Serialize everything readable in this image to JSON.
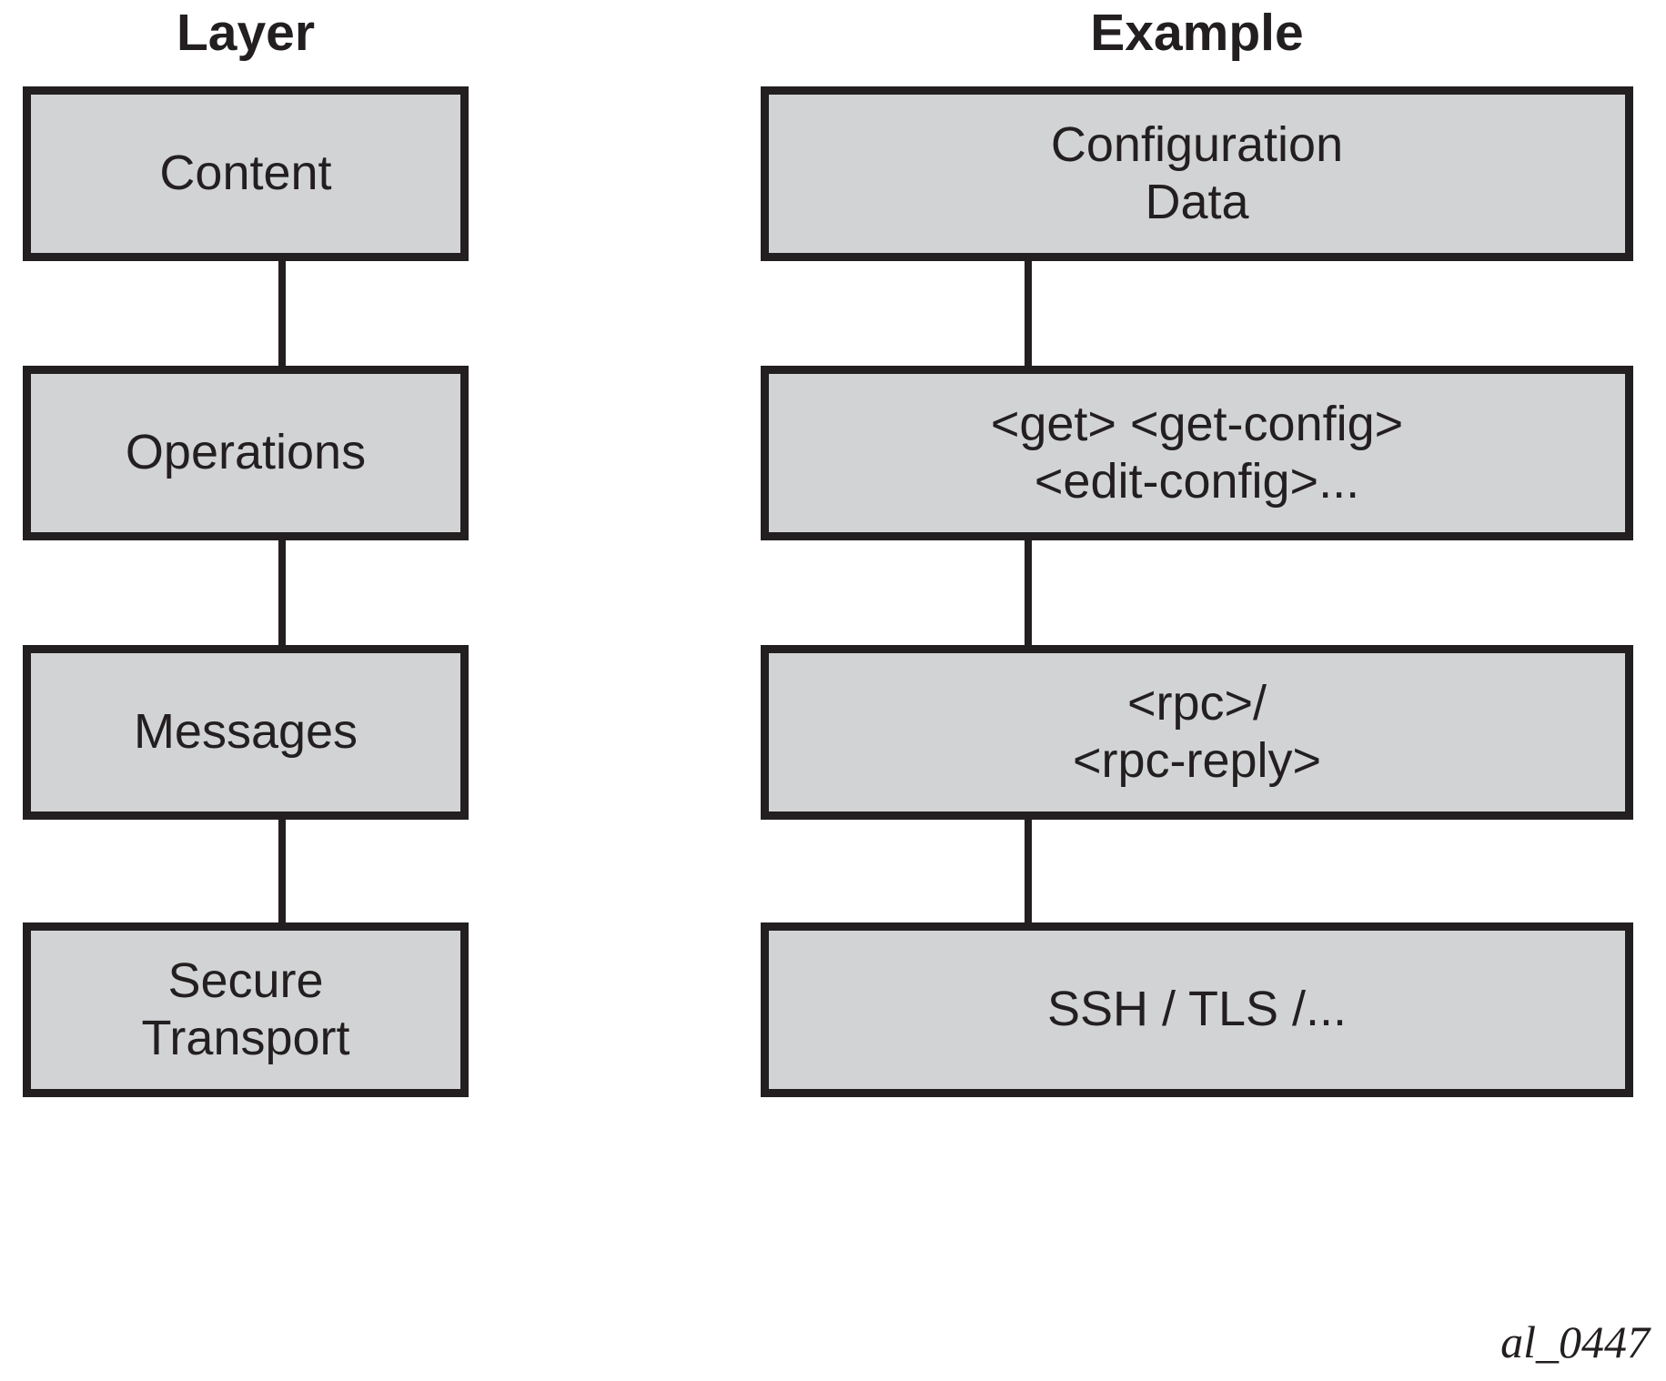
{
  "figure": {
    "caption": "al_0447",
    "box_fill_color": "#d2d3d4",
    "box_border_color": "#231f20",
    "background_color": "#ffffff"
  },
  "columns": {
    "layer_header": "Layer",
    "example_header": "Example"
  },
  "rows": [
    {
      "layer": "Content",
      "example": "Configuration\nData"
    },
    {
      "layer": "Operations",
      "example": "<get> <get-config>\n<edit-config>..."
    },
    {
      "layer": "Messages",
      "example": "<rpc>/\n<rpc-reply>"
    },
    {
      "layer": "Secure\nTransport",
      "example": "SSH / TLS /..."
    }
  ]
}
